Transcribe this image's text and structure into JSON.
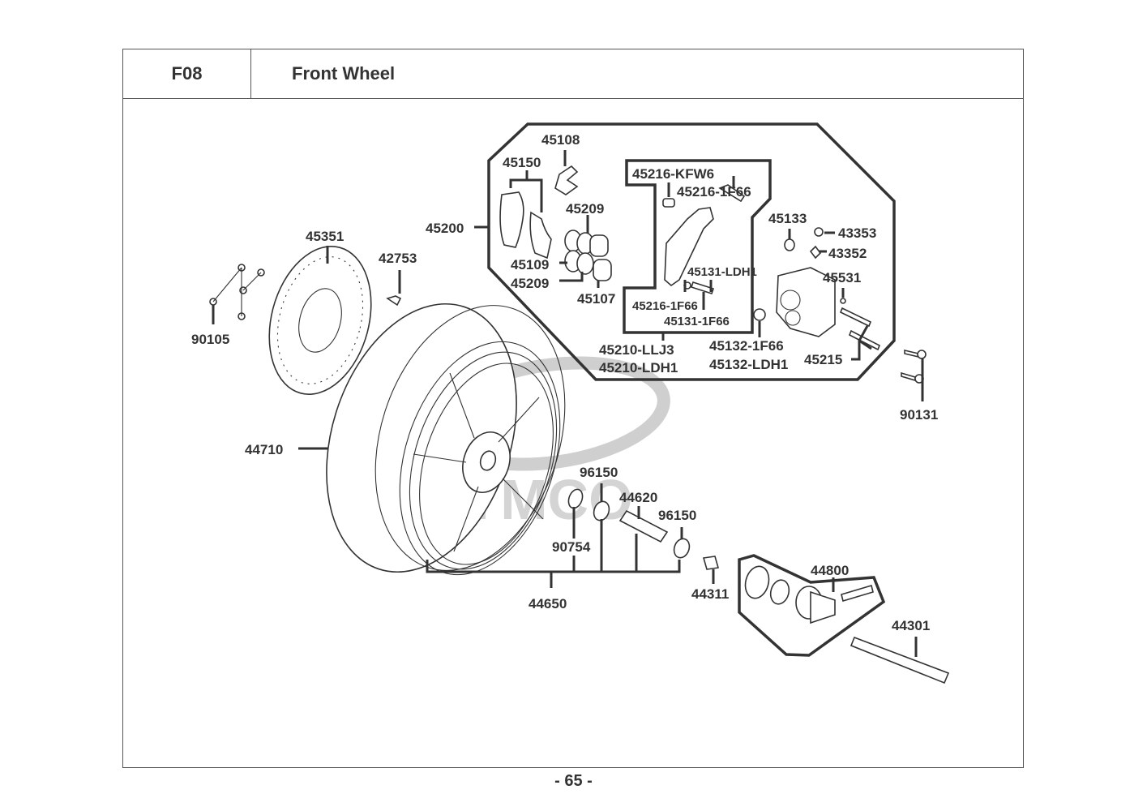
{
  "header": {
    "section_code": "F08",
    "section_title": "Front Wheel"
  },
  "footer": {
    "page_number": "- 65 -"
  },
  "watermark": {
    "brand": "KYMCO"
  },
  "parts": {
    "p45108": "45108",
    "p45150": "45150",
    "p45209a": "45209",
    "p45200": "45200",
    "p45109": "45109",
    "p45209b": "45209",
    "p45107": "45107",
    "p45216_kfw6": "45216-KFW6",
    "p45216_1f66a": "45216-1F66",
    "p45131_ldh1": "45131-LDH1",
    "p45216_1f66b": "45216-1F66",
    "p45131_1f66": "45131-1F66",
    "p45210_llj3": "45210-LLJ3",
    "p45210_ldh1": "45210-LDH1",
    "p45133": "45133",
    "p43353": "43353",
    "p43352": "43352",
    "p45531": "45531",
    "p45132_1f66": "45132-1F66",
    "p45132_ldh1": "45132-LDH1",
    "p45215": "45215",
    "p90131": "90131",
    "p45351": "45351",
    "p42753": "42753",
    "p90105": "90105",
    "p44710": "44710",
    "p96150a": "96150",
    "p44620": "44620",
    "p96150b": "96150",
    "p90754": "90754",
    "p44650": "44650",
    "p44311": "44311",
    "p44800": "44800",
    "p44301": "44301"
  }
}
